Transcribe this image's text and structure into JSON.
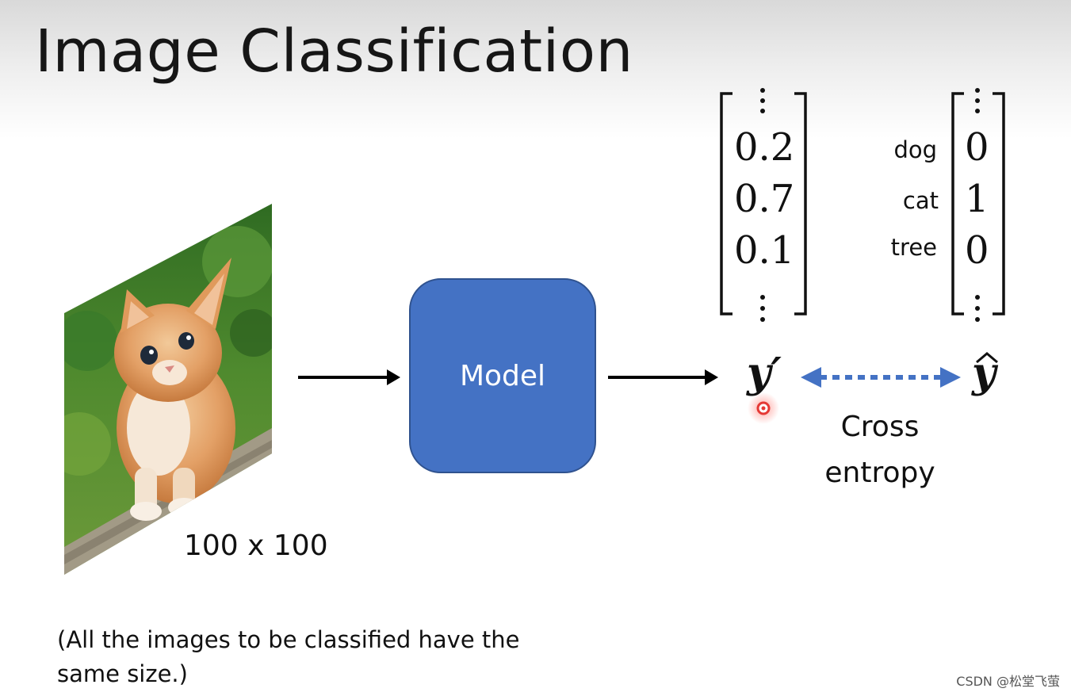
{
  "title": "Image Classification",
  "input": {
    "size_label": "100 x 100"
  },
  "note": "(All the images to be classified have the same size.)",
  "model": {
    "label": "Model"
  },
  "prediction": {
    "symbol": "y′",
    "values": [
      "0.2",
      "0.7",
      "0.1"
    ]
  },
  "target": {
    "symbol": "y",
    "classes": [
      "dog",
      "cat",
      "tree"
    ],
    "values": [
      "0",
      "1",
      "0"
    ]
  },
  "loss": {
    "line1": "Cross",
    "line2": "entropy"
  },
  "watermark": "CSDN @松堂飞萤",
  "colors": {
    "model_fill": "#4472c4",
    "double_arrow": "#4472c4",
    "pointer": "#e53935"
  }
}
